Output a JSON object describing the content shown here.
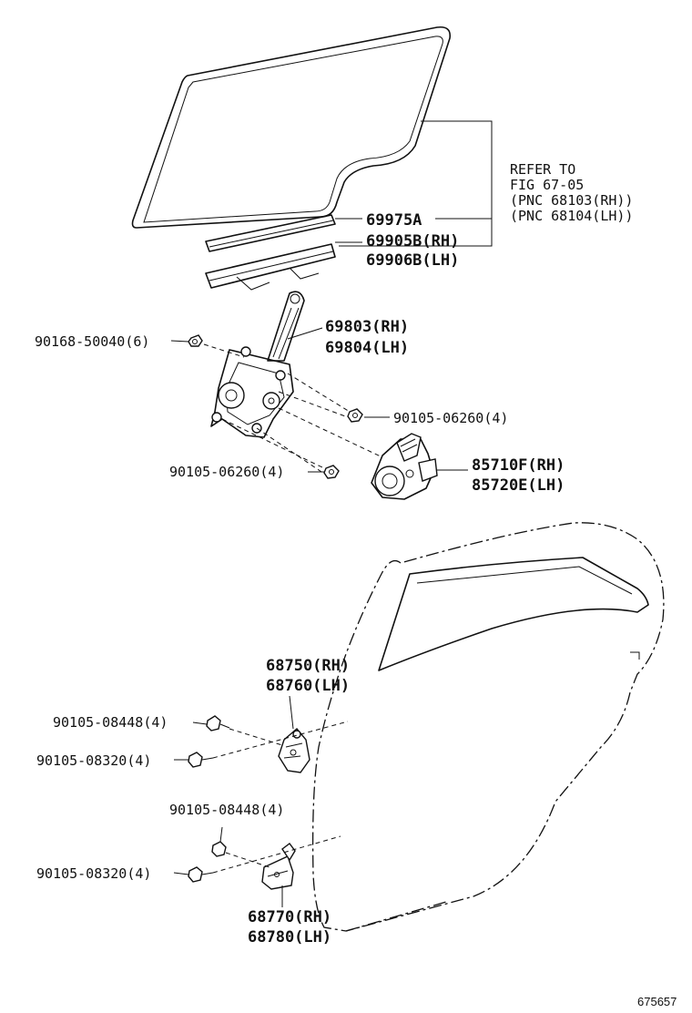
{
  "refer": {
    "line1": "REFER TO",
    "line2": "FIG 67-05",
    "line3": "(PNC 68103(RH))",
    "line4": "(PNC 68104(LH))"
  },
  "parts": {
    "run_channel": "69975A",
    "weatherstrip_rh": "69905B(RH)",
    "weatherstrip_lh": "69906B(LH)",
    "regulator_rh": "69803(RH)",
    "regulator_lh": "69804(LH)",
    "motor_rh": "85710F(RH)",
    "motor_lh": "85720E(LH)",
    "upper_hinge_rh": "68750(RH)",
    "upper_hinge_lh": "68760(LH)",
    "lower_hinge_rh": "68770(RH)",
    "lower_hinge_lh": "68780(LH)"
  },
  "fasteners": {
    "bolt_regulator": "90168-50040(6)",
    "bolt_right": "90105-06260(4)",
    "bolt_lower": "90105-06260(4)",
    "upper_bolt_a": "90105-08448(4)",
    "upper_bolt_b": "90105-08320(4)",
    "lower_bolt_a": "90105-08448(4)",
    "lower_bolt_b": "90105-08320(4)"
  },
  "figure_number": "675657"
}
